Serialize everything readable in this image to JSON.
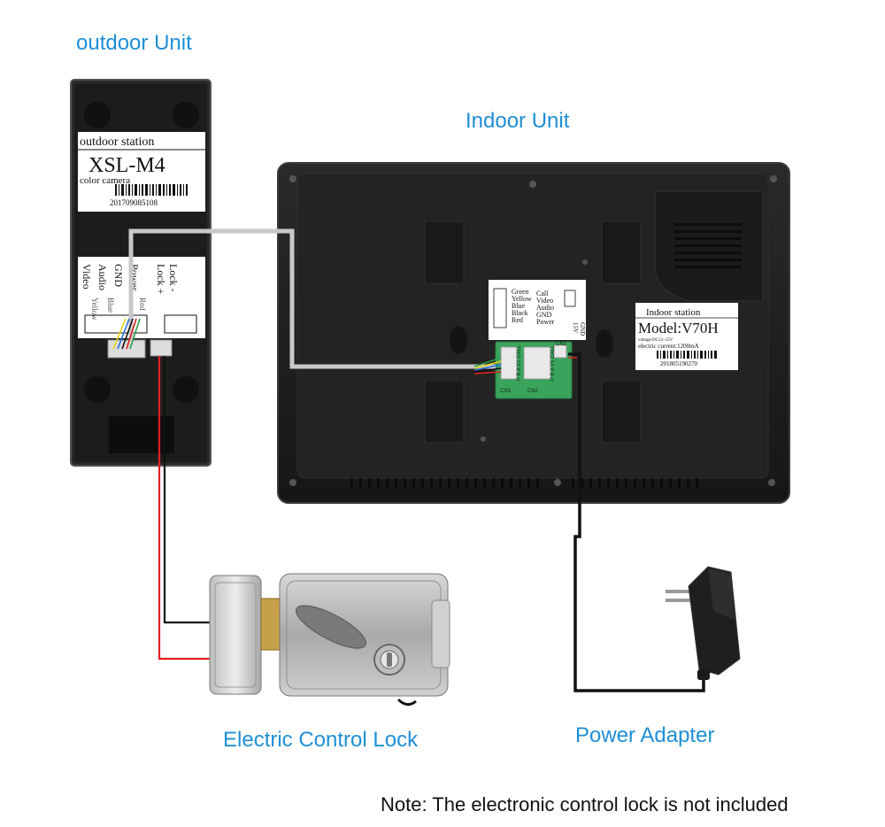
{
  "captions": {
    "outdoor_unit": "outdoor Unit",
    "indoor_unit": "Indoor Unit",
    "lock": "Electric Control Lock",
    "power_adapter": "Power Adapter"
  },
  "note": "Note:  The electronic control lock is not included",
  "outdoor_label": {
    "heading": "outdoor station",
    "model": "XSL-M4",
    "subtitle": "color camera",
    "serial": "201709085108"
  },
  "outdoor_wiring": {
    "terms": [
      "Video",
      "Audio",
      "GND",
      "Power",
      "Lock +",
      "Lock -"
    ],
    "colors": [
      "Yellow",
      "Blue",
      "",
      "Red",
      "",
      ""
    ]
  },
  "indoor_label": {
    "heading": "Indoor station",
    "model": "Model:V70H",
    "voltage": "voltage:DC12~15V",
    "current": "electric current:1200mA",
    "serial": "201805190270"
  },
  "indoor_wiring": {
    "colors": [
      "Green",
      "Yellow",
      "Blue",
      "Black",
      "Red"
    ],
    "terms": [
      "Call",
      "Video",
      "Audio",
      "GND",
      "Power"
    ],
    "dc": "15V",
    "gnd": "GND"
  },
  "connectors": {
    "cn1": "CN1",
    "cn2": "CN2",
    "cn3": "CN3",
    "pins": "P B A V1 CALL"
  },
  "colors": {
    "caption": "#1e8fd6",
    "device_body": "#1c1c1c",
    "wire_red": "#e02020",
    "wire_black": "#111111",
    "wire_gray": "#c8c8c8"
  }
}
